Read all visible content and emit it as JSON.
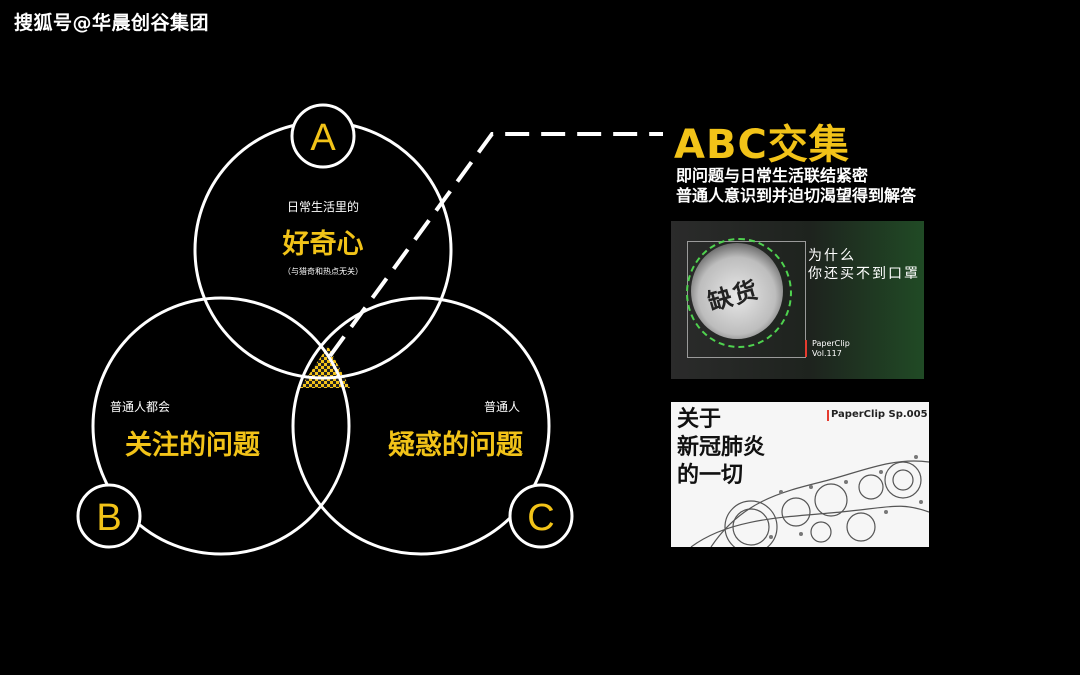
{
  "watermark": "搜狐号@华晨创谷集团",
  "venn": {
    "circle_a": {
      "letter": "A",
      "sub": "日常生活里的",
      "main": "好奇心",
      "note": "（与猎奇和热点无关）"
    },
    "circle_b": {
      "letter": "B",
      "sub": "普通人都会",
      "main": "关注的问题"
    },
    "circle_c": {
      "letter": "C",
      "sub": "普通人",
      "main": "疑惑的问题"
    }
  },
  "callout": {
    "title": "ABC交集",
    "line1": "即问题与日常生活联结紧密",
    "line2": "普通人意识到并迫切渴望得到解答"
  },
  "card1": {
    "stamp": "缺货",
    "line1": "为什么",
    "line2": "你还买不到口罩",
    "brand": "PaperClip",
    "vol": "Vol.117"
  },
  "card2": {
    "tag": "PaperClip Sp.005",
    "line1": "关于",
    "line2": "新冠肺炎",
    "line3": "的一切"
  },
  "colors": {
    "accent": "#f2c318",
    "background": "#000000",
    "line": "#ffffff"
  }
}
